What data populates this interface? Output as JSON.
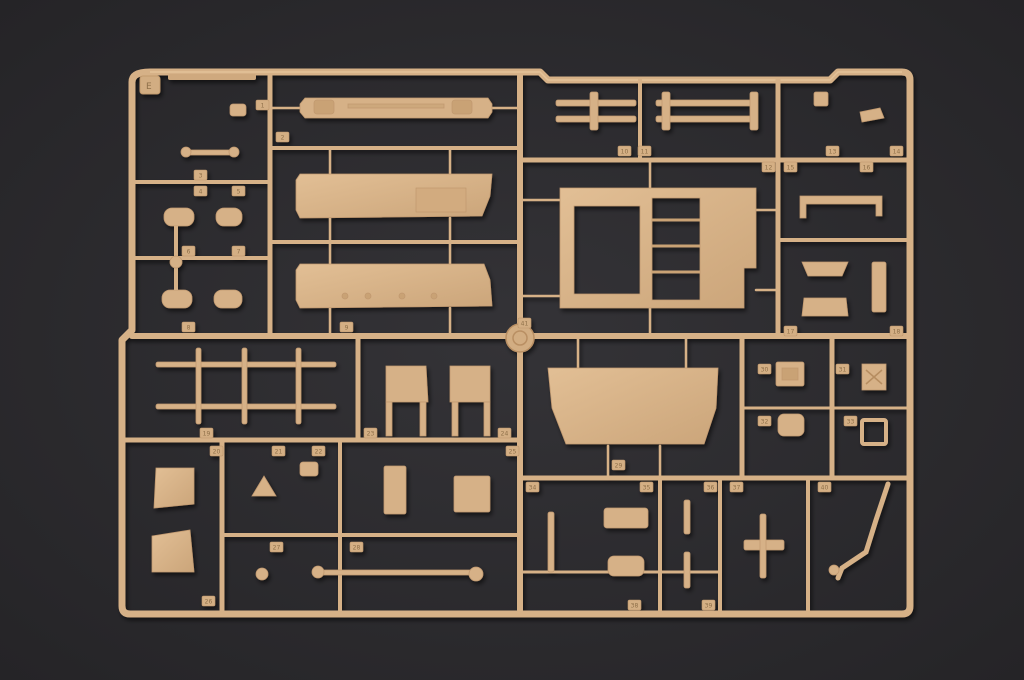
{
  "photo": {
    "subject": "plastic-model-sprue",
    "background_color": "#2c2b2e",
    "plastic_color": "#d6b187",
    "plastic_shadow": "#b98f63",
    "plastic_highlight": "#e6c59c"
  },
  "sprue": {
    "letter": "E",
    "part_numbers": [
      "1",
      "2",
      "3",
      "4",
      "5",
      "6",
      "7",
      "8",
      "9",
      "10",
      "11",
      "12",
      "13",
      "14",
      "15",
      "16",
      "17",
      "18",
      "19",
      "20",
      "21",
      "22",
      "23",
      "24",
      "25",
      "26",
      "27",
      "28",
      "29",
      "30",
      "31",
      "32",
      "33",
      "34",
      "35",
      "36",
      "37",
      "38",
      "39",
      "40",
      "41"
    ]
  }
}
